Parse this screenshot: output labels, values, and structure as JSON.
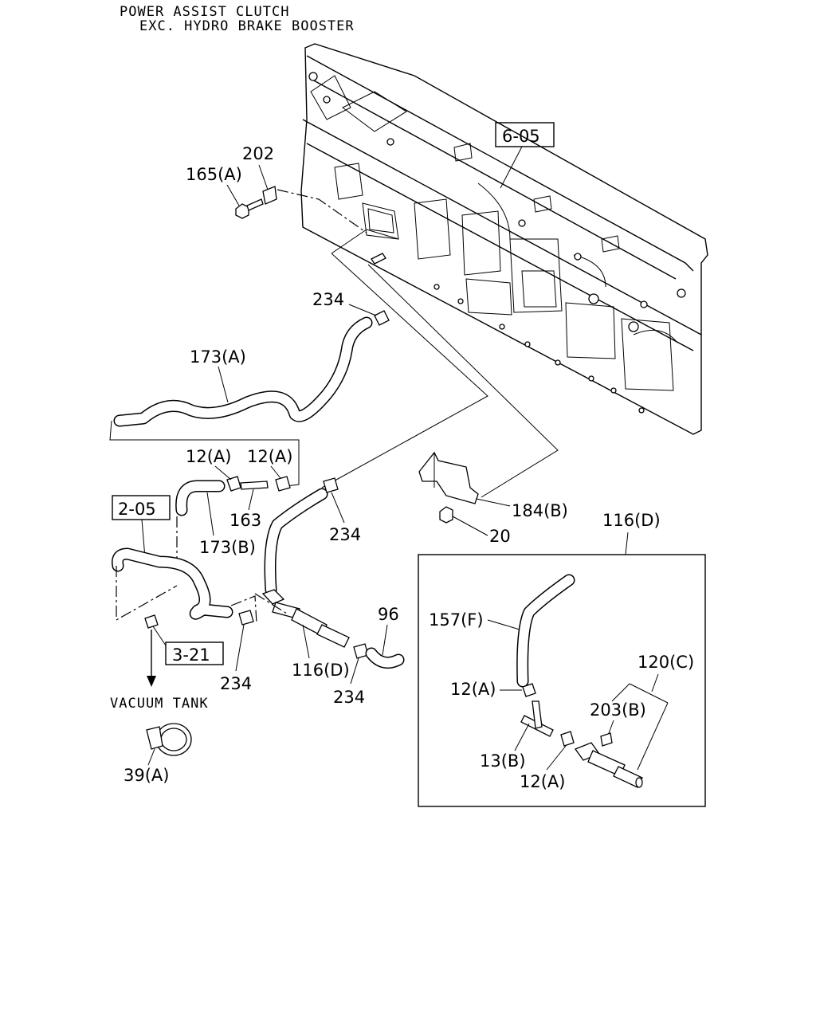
{
  "title": {
    "line1": "POWER ASSIST CLUTCH",
    "line2": "EXC. HYDRO BRAKE BOOSTER"
  },
  "references": {
    "ref_605": "6-05",
    "ref_205": "2-05",
    "ref_321": "3-21"
  },
  "callouts": {
    "c202": "202",
    "c165a": "165(A)",
    "c234_top": "234",
    "c173a": "173(A)",
    "c12a_left": "12(A)",
    "c12a_right": "12(A)",
    "c163": "163",
    "c173b": "173(B)",
    "c234_mid": "234",
    "c184b": "184(B)",
    "c20": "20",
    "c116d_top": "116(D)",
    "c96": "96",
    "c234_low_left": "234",
    "c116d_low": "116(D)",
    "c234_low_right": "234",
    "c39a": "39(A)",
    "c157f": "157(F)",
    "c12a_box1": "12(A)",
    "c120c": "120(C)",
    "c203b": "203(B)",
    "c13b": "13(B)",
    "c12a_box2": "12(A)"
  },
  "vacuum_tank": "VACUUM TANK",
  "icons": [
    "arrow-down-icon"
  ]
}
